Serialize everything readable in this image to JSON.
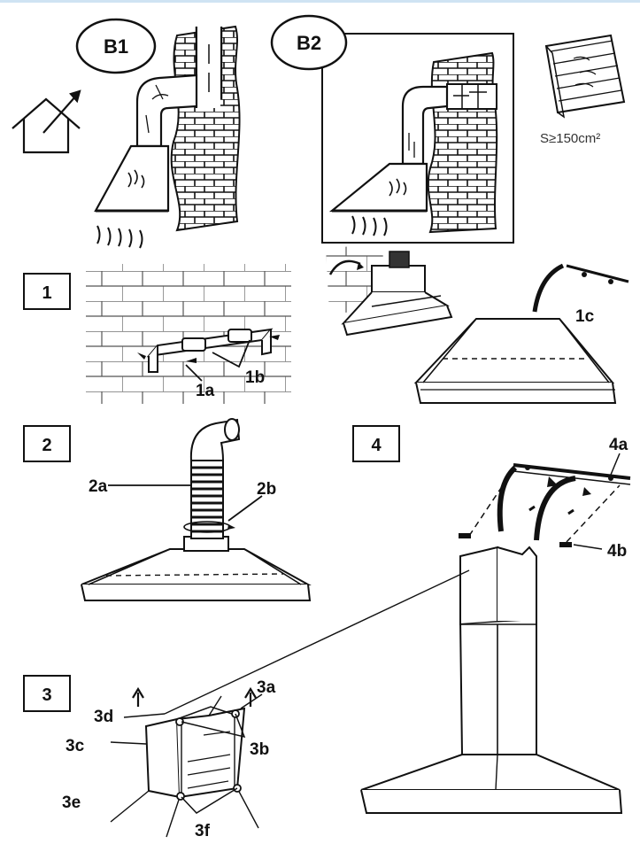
{
  "badges": {
    "b1": "B1",
    "b2": "B2"
  },
  "ventilation": {
    "area_text": "S≥150cm²"
  },
  "steps": {
    "s1": "1",
    "s2": "2",
    "s3": "3",
    "s4": "4"
  },
  "callouts": {
    "c1a": "1a",
    "c1b": "1b",
    "c1c": "1c",
    "c2a": "2a",
    "c2b": "2b",
    "c3a": "3a",
    "c3b": "3b",
    "c3c": "3c",
    "c3d": "3d",
    "c3e": "3e",
    "c3f": "3f",
    "c4a": "4a",
    "c4b": "4b"
  },
  "icons": {
    "house": "house-vent-icon",
    "grille": "vent-grille-icon"
  }
}
